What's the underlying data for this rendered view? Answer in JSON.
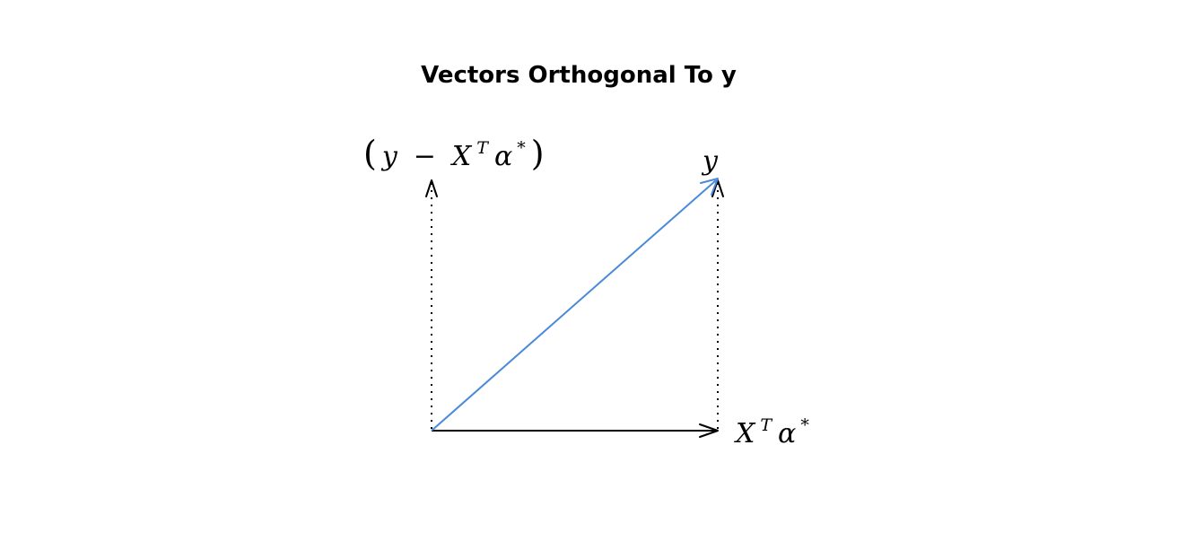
{
  "title": "Vectors Orthogonal To y",
  "colors": {
    "y_vector": "#4a8ad8",
    "axes": "#000000",
    "background": "#ffffff"
  },
  "labels": {
    "residual": {
      "open_paren": "(",
      "y": "y",
      "minus": "−",
      "X": "X",
      "T": "T",
      "alpha": "α",
      "star": "*",
      "close_paren": ")"
    },
    "y_label": "y",
    "projection": {
      "X": "X",
      "T": "T",
      "alpha": "α",
      "star": "*"
    }
  }
}
